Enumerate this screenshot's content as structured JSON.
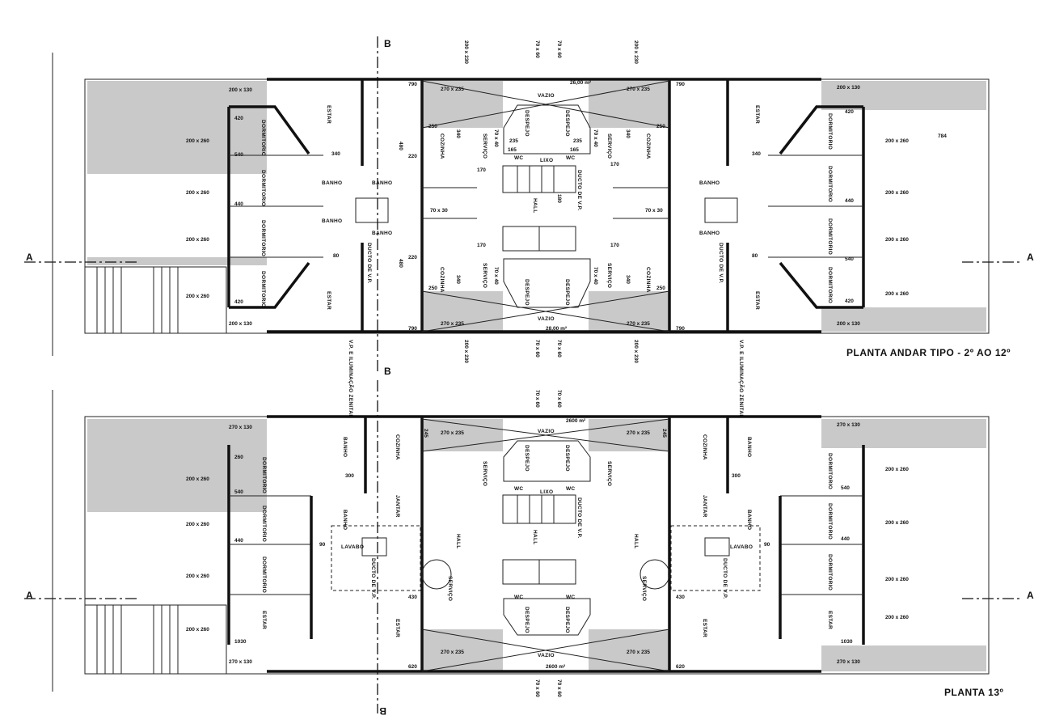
{
  "titles": {
    "typical_floor": "PLANTA ANDAR TIPO - 2º AO 12º",
    "floor_13": "PLANTA 13º"
  },
  "section_markers": {
    "a": "A",
    "b": "B"
  },
  "rooms": {
    "dormitorio": "DORMITORIO",
    "estar": "ESTAR",
    "banho": "BANHO",
    "cozinha": "COZINHA",
    "servico": "SERVIÇO",
    "despejo": "DESPEJO",
    "hall": "HALL",
    "vazio": "VAZIO",
    "wc": "WC",
    "lixo": "LIXO",
    "ducto": "DUCTO DE V.P.",
    "jantar": "JANTAR",
    "lavabo": "LAVABO",
    "vp_iluminacao": "V.P. E ILUMINAÇÃO ZENITAL"
  },
  "dimensions": {
    "window_200x260": "200 x 260",
    "window_200x130": "200 x 130",
    "window_270x235": "270 x 235",
    "window_270x130": "270 x 130",
    "window_70x60": "70 x 60",
    "window_200x230": "200 x 230",
    "window_70x30": "70 x 30",
    "window_70x40": "70 x 40",
    "area_top": "26,00 m²",
    "area_bottom": "28,00 m²",
    "area_b13": "2600 m²",
    "d784": "784",
    "d790": "790",
    "d250": "250",
    "d340": "340",
    "d170": "170",
    "d480": "480",
    "d420": "420",
    "d540": "540",
    "d440": "440",
    "d260": "260",
    "d80": "80",
    "d235": "235",
    "d165": "165",
    "d130": "130",
    "d180": "180",
    "d220": "220",
    "d1030": "1030",
    "d620": "620",
    "d430": "430",
    "d300": "300",
    "d90": "90",
    "d245": "245"
  }
}
